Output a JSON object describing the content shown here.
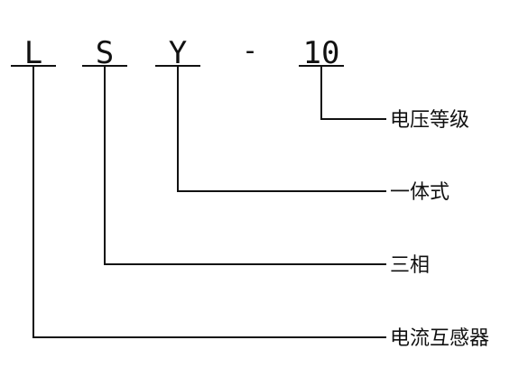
{
  "code": {
    "letters": [
      "L",
      "S",
      "Y",
      "10"
    ],
    "separator": "-"
  },
  "meanings": {
    "rating": "电压等级",
    "structure": "一体式",
    "phase": "三相",
    "device": "电流互感器"
  }
}
